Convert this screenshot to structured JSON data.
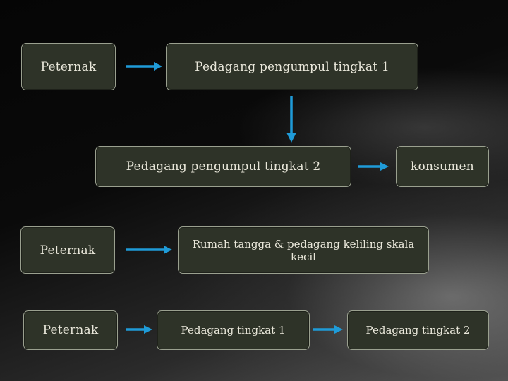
{
  "diagram": {
    "row1": {
      "source": "Peternak",
      "target": "Pedagang pengumpul tingkat 1"
    },
    "row2": {
      "source": "Pedagang pengumpul tingkat 2",
      "target": "konsumen"
    },
    "row3": {
      "source": "Peternak",
      "target": "Rumah tangga & pedagang keliling skala kecil"
    },
    "row4": {
      "source": "Peternak",
      "middle": "Pedagang tingkat 1",
      "target": "Pedagang tingkat 2"
    }
  },
  "colors": {
    "box_fill": "#2e3328",
    "box_border": "#9aa08f",
    "arrow": "#1f9bd8",
    "text": "#e9e7da"
  }
}
